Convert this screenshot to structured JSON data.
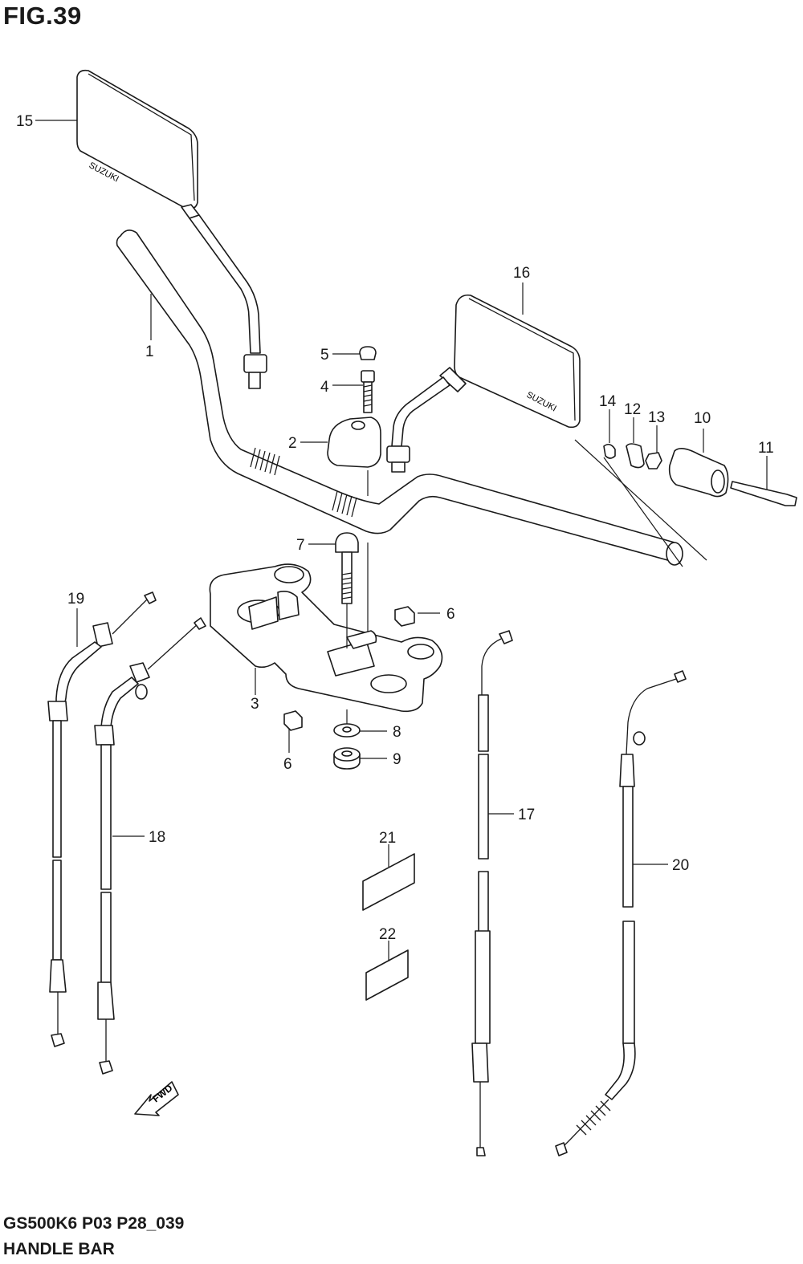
{
  "header": {
    "figure": "FIG.39"
  },
  "footer": {
    "model_code": "GS500K6 P03 P28_039",
    "section_title": "HANDLE BAR"
  },
  "brand_marks": {
    "mirror_left": "SUZUKI",
    "mirror_right": "SUZUKI"
  },
  "direction_marker": {
    "text": "FWD"
  },
  "callouts": {
    "c1": "1",
    "c2": "2",
    "c3": "3",
    "c4": "4",
    "c5": "5",
    "c6a": "6",
    "c6b": "6",
    "c7": "7",
    "c8": "8",
    "c9": "9",
    "c10": "10",
    "c11": "11",
    "c12": "12",
    "c13": "13",
    "c14": "14",
    "c15": "15",
    "c16": "16",
    "c17": "17",
    "c18": "18",
    "c19": "19",
    "c20": "20",
    "c21": "21",
    "c22": "22"
  }
}
